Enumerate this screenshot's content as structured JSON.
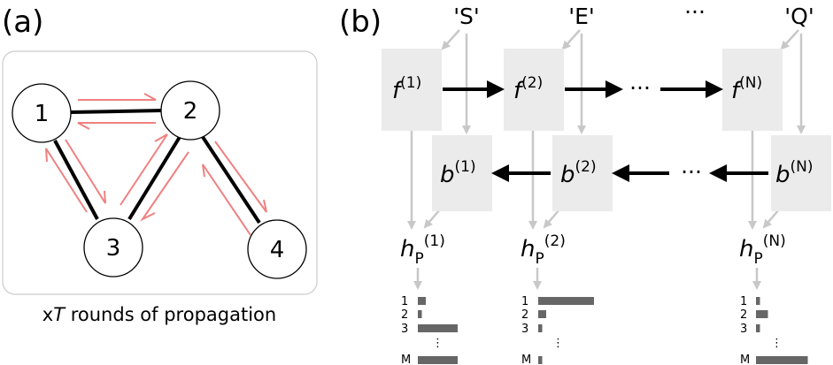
{
  "panel_a": {
    "label": "(a)",
    "nodes": [
      "1",
      "2",
      "3",
      "4"
    ],
    "caption_prefix": "x",
    "caption_var": "T",
    "caption_suffix": " rounds of propagation"
  },
  "panel_b": {
    "label": "(b)",
    "tokens": [
      "'S'",
      "'E'",
      "'Q'"
    ],
    "token_ellipsis": "···",
    "forward_fn": "f",
    "backward_fn": "b",
    "hidden_var": "h",
    "hidden_sub": "P",
    "indices": [
      "(1)",
      "(2)",
      "(N)"
    ],
    "arrow_ellipsis": "···",
    "row_labels": [
      "1",
      "2",
      "3",
      "M"
    ],
    "row_ellipsis": "⋮",
    "bar_values": [
      [
        0.1,
        0.05,
        0.5,
        0.5
      ],
      [
        0.7,
        0.1,
        0.05,
        0.05
      ],
      [
        0.05,
        0.15,
        0.05,
        0.65
      ]
    ]
  },
  "colors": {
    "edge": "#000000",
    "message_arrow": "#f08080",
    "flow_arrow": "#c8c8c8",
    "box_fill": "#ebebeb",
    "bar": "#666666",
    "panel_border": "#cccccc"
  }
}
